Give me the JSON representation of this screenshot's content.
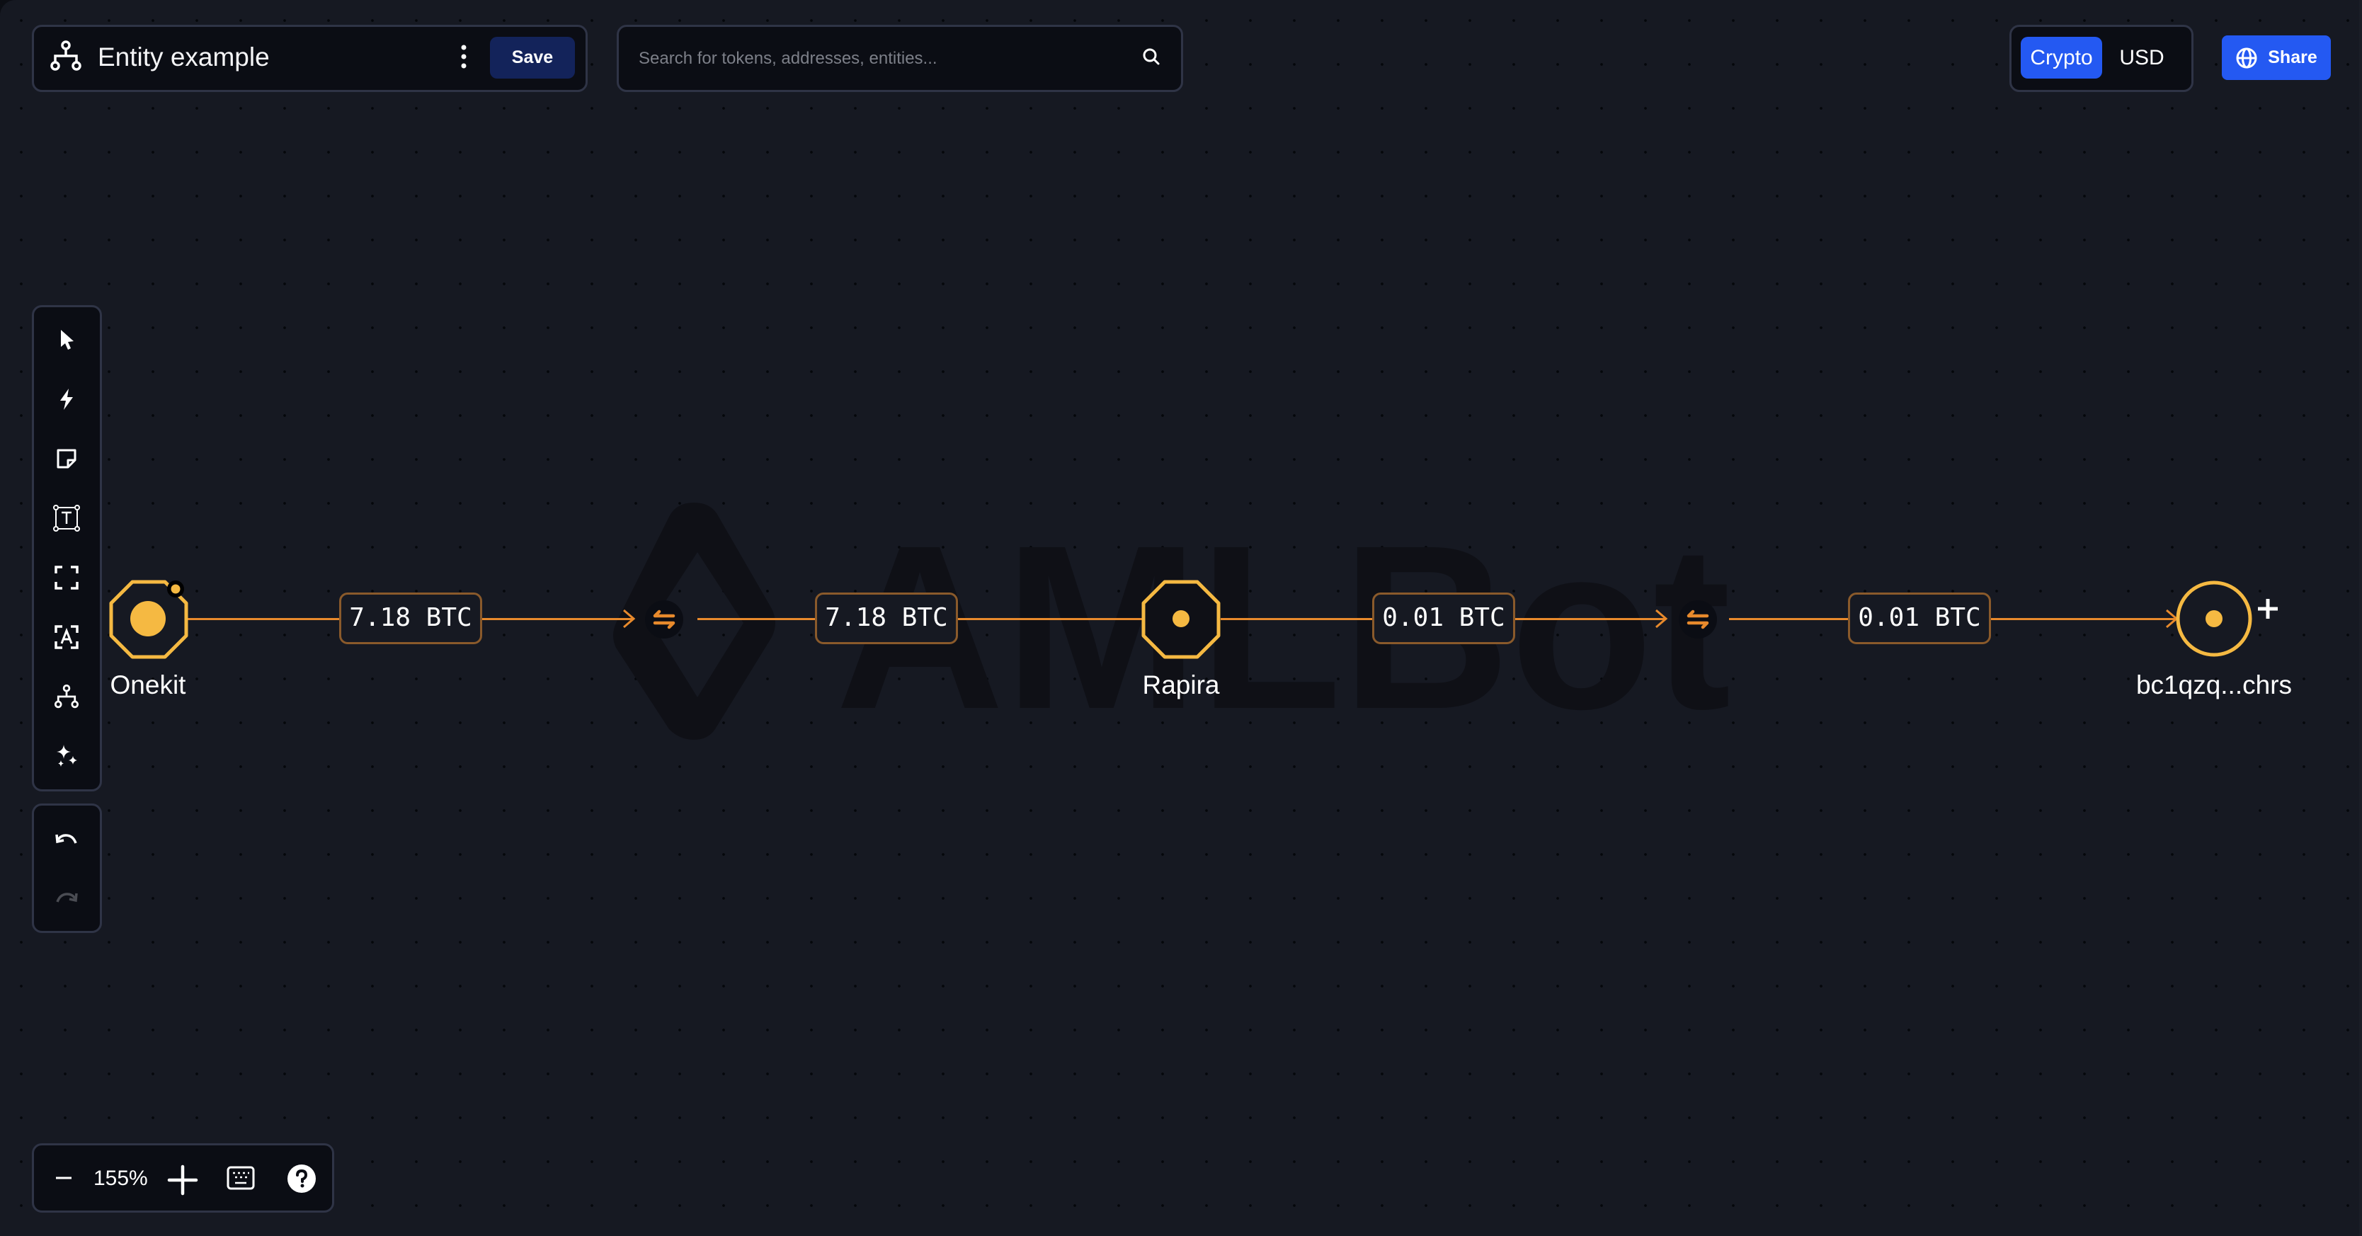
{
  "header": {
    "title": "Entity example",
    "save_label": "Save",
    "search_placeholder": "Search for tokens, addresses, entities...",
    "currency_options": [
      "Crypto",
      "USD"
    ],
    "currency_selected": "Crypto",
    "share_label": "Share"
  },
  "toolbar": {
    "tools": [
      {
        "name": "select-tool",
        "icon": "cursor-icon"
      },
      {
        "name": "quick-action-tool",
        "icon": "lightning-icon"
      },
      {
        "name": "note-tool",
        "icon": "sticky-note-icon"
      },
      {
        "name": "text-tool",
        "icon": "text-box-icon"
      },
      {
        "name": "frame-tool",
        "icon": "frame-corners-icon"
      },
      {
        "name": "label-tool",
        "icon": "label-a-icon"
      },
      {
        "name": "entity-tool",
        "icon": "hierarchy-icon"
      },
      {
        "name": "ai-tool",
        "icon": "sparkles-icon"
      }
    ],
    "history": [
      {
        "name": "undo",
        "icon": "undo-icon",
        "enabled": true
      },
      {
        "name": "redo",
        "icon": "redo-icon",
        "enabled": false
      }
    ]
  },
  "zoom": {
    "value": "155%"
  },
  "graph": {
    "watermark": "AMLBot",
    "nodes": [
      {
        "id": "onekit",
        "label": "Onekit",
        "shape": "octagon",
        "has_badge": true
      },
      {
        "id": "swap-1",
        "label": "",
        "shape": "swap"
      },
      {
        "id": "rapira",
        "label": "Rapira",
        "shape": "octagon"
      },
      {
        "id": "swap-2",
        "label": "",
        "shape": "swap"
      },
      {
        "id": "bc1",
        "label": "bc1qzq...chrs",
        "shape": "circle",
        "expandable": true
      }
    ],
    "edges": [
      {
        "from": "onekit",
        "to": "swap-1",
        "amount": "7.18 BTC"
      },
      {
        "from": "swap-1",
        "to": "rapira",
        "amount": "7.18 BTC"
      },
      {
        "from": "rapira",
        "to": "swap-2",
        "amount": "0.01 BTC"
      },
      {
        "from": "swap-2",
        "to": "bc1",
        "amount": "0.01 BTC"
      }
    ],
    "colors": {
      "node": "#f5b942",
      "edge": "#e88a2c",
      "amount_border": "#8a5a2b",
      "accent": "#2459f2"
    }
  }
}
